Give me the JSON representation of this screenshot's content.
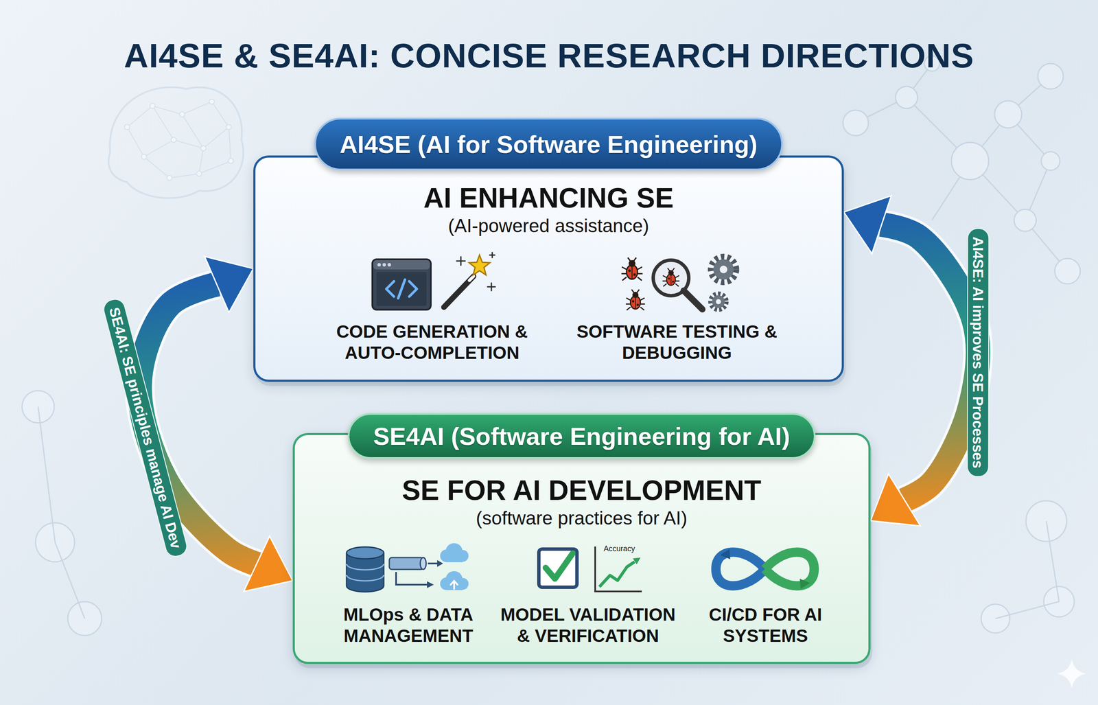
{
  "diagram": {
    "title": "AI4SE & SE4AI: CONCISE RESEARCH DIRECTIONS",
    "nodes": [
      {
        "text": [
          "AI4SE (AI for Software Engineering)",
          "AI ENHANCING SE",
          "(AI-powered assistance)"
        ]
      },
      {
        "text": [
          "SE4AI (Software Engineering for AI)",
          "SE FOR AI DEVELOPMENT",
          "(software practices for AI)"
        ]
      }
    ],
    "edges": [
      {
        "from": 0,
        "to": 1,
        "arrow": "both",
        "label": "AI4SE: AI improves SE Processes"
      },
      {
        "from": 1,
        "to": 0,
        "arrow": "both",
        "label": "SE4AI: SE principles manage AI Dev"
      }
    ],
    "labels": [
      "CODE GENERATION & AUTO-COMPLETION",
      "SOFTWARE TESTING & DEBUGGING",
      "MLOps & DATA MANAGEMENT",
      "MODEL VALIDATION & VERIFICATION",
      "CI/CD FOR AI SYSTEMS",
      "Accuracy"
    ]
  }
}
